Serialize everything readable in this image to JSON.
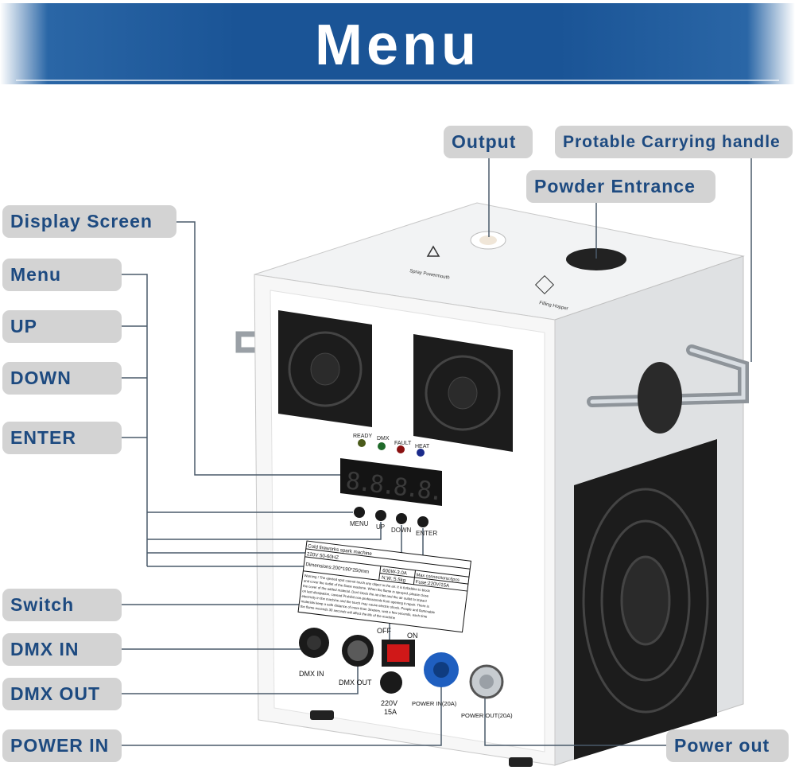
{
  "header": {
    "title": "Menu"
  },
  "labels": {
    "output": "Output",
    "handle": "Protable Carrying handle",
    "powder_entrance": "Powder Entrance",
    "display_screen": "Display Screen",
    "menu": "Menu",
    "up": "UP",
    "down": "DOWN",
    "enter": "ENTER",
    "switch": "Switch",
    "dmx_in": "DMX IN",
    "dmx_out": "DMX OUT",
    "power_in": "POWER IN",
    "power_out": "Power out"
  },
  "machine": {
    "top_output_text": "Spray Powermouth",
    "top_hopper_text": "Filling Hopper",
    "leds": [
      {
        "label": "READY",
        "color": "#4a5a1a"
      },
      {
        "label": "DMX",
        "color": "#1f6a2a"
      },
      {
        "label": "FAULT",
        "color": "#8a1010"
      },
      {
        "label": "HEAT",
        "color": "#1a2a8a"
      }
    ],
    "display_digits": "8.8.8.8.",
    "buttons": [
      "MENU",
      "UP",
      "DOWN",
      "ENTER"
    ],
    "plate": {
      "title": "Cold fireworks spark machine",
      "voltage": "220V 50-60HZ",
      "dimensions": "Dimensions:200*190*250mm",
      "power": "600W-3.0A",
      "weight": "N.W.:5.5kg",
      "max_connections": "Max connections:6pcs",
      "fuse": "Fuse:220V/15A",
      "warning": [
        "Warning ! The ejected spot cannot touch any object in the air. It is forbidden to block",
        "and cover the outlet of the flame machine. When the flame is sprayed, please close",
        "the cover of the added material. Don't block the air inlet and the air outlet to impact",
        "on last dissipation. cavead Prohibit non-professionals from opening it repair. There is",
        "electricity in the machine and the touch may cause electric shock. People and flammable",
        "materials keep a safe distance of more than 3meters. wait a few seconds, each time",
        "the flame exceeds 30 seconds will affect the life of the machine"
      ]
    },
    "switch_off": "OFF",
    "switch_on": "ON",
    "dmx_in": "DMX IN",
    "dmx_out": "DMX OUT",
    "fuse_v": "220V",
    "fuse_a": "15A",
    "power_in": "POWER IN(20A)",
    "power_out": "POWER OUT(20A)"
  },
  "colors": {
    "banner": "#1a5496",
    "label_bg": "#d3d3d3",
    "label_text": "#1d4a80",
    "power_in": "#1f5fc0"
  }
}
